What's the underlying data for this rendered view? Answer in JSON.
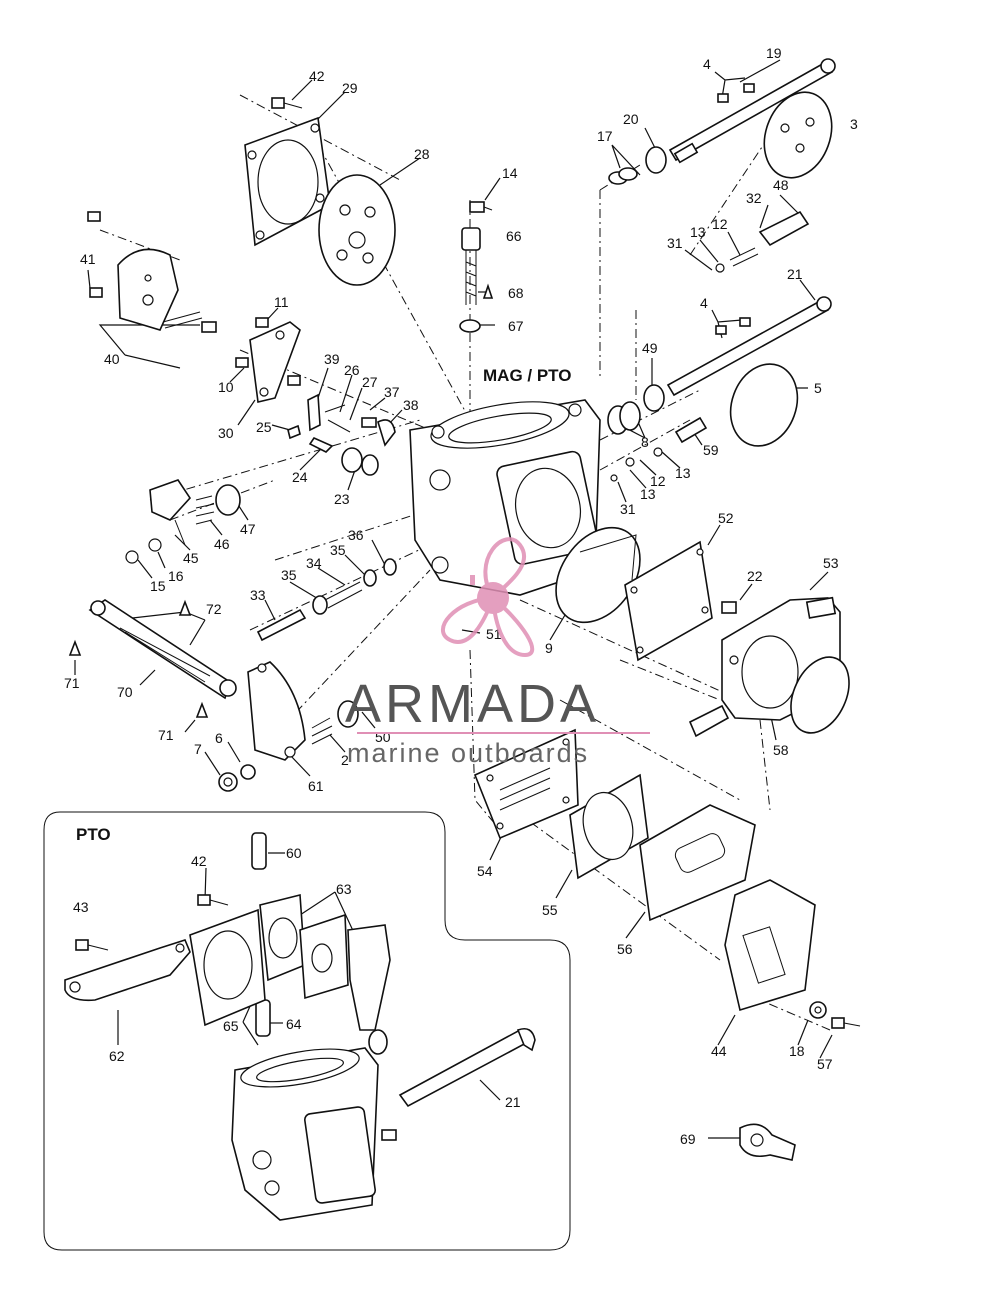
{
  "diagram": {
    "section_main": "MAG / PTO",
    "section_inset": "PTO",
    "labels": {
      "p42a": "42",
      "p29": "29",
      "p28": "28",
      "p14": "14",
      "p66": "66",
      "p68": "68",
      "p67": "67",
      "p19": "19",
      "p4a": "4",
      "p20": "20",
      "p17": "17",
      "p3": "3",
      "p48": "48",
      "p32": "32",
      "p12a": "12",
      "p13a": "13",
      "p31a": "31",
      "p21a": "21",
      "p4b": "4",
      "p49": "49",
      "p5": "5",
      "p41": "41",
      "p40": "40",
      "p11": "11",
      "p10": "10",
      "p30": "30",
      "p39": "39",
      "p26": "26",
      "p27": "27",
      "p37": "37",
      "p38": "38",
      "p25": "25",
      "p24": "24",
      "p23": "23",
      "p8": "8",
      "p59": "59",
      "p12b": "12",
      "p13b": "13",
      "p13c": "13",
      "p31b": "31",
      "p47": "47",
      "p46": "46",
      "p45": "45",
      "p16": "16",
      "p15": "15",
      "p36": "36",
      "p35a": "35",
      "p34": "34",
      "p35b": "35",
      "p33": "33",
      "p52": "52",
      "p22": "22",
      "p53": "53",
      "p72": "72",
      "p51": "51",
      "p9": "9",
      "p71a": "71",
      "p70": "70",
      "p71b": "71",
      "p7": "7",
      "p6": "6",
      "p61": "61",
      "p2": "2",
      "p50": "50",
      "p58": "58",
      "p54": "54",
      "p55": "55",
      "p56": "56",
      "p60": "60",
      "p42b": "42",
      "p63": "63",
      "p43": "43",
      "p65": "65",
      "p64": "64",
      "p62": "62",
      "p21b": "21",
      "p44": "44",
      "p18": "18",
      "p57": "57",
      "p69": "69"
    }
  },
  "watermark": {
    "brand": "ARMADA",
    "tagline": "marine outboards",
    "colors": {
      "logo": "#e08fb5",
      "text": "#555555"
    }
  }
}
